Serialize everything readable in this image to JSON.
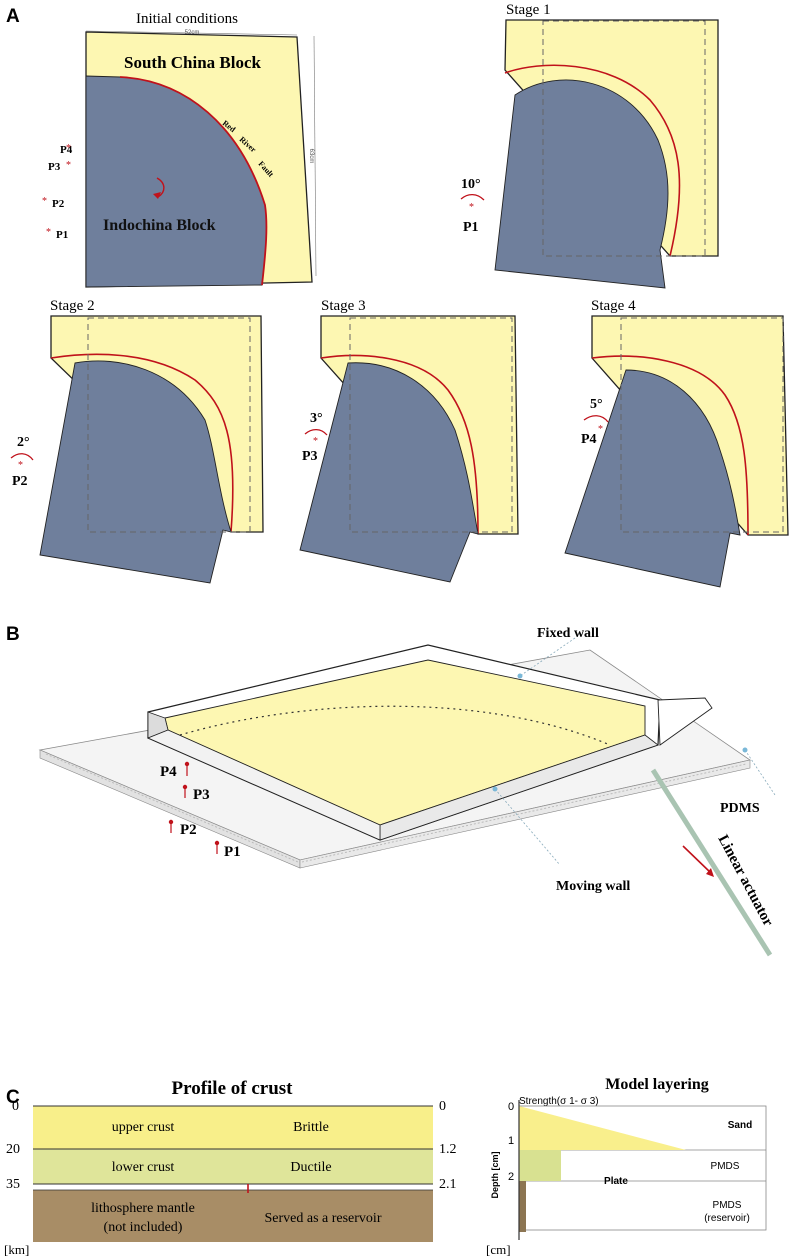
{
  "panel_a": {
    "letter": "A",
    "initial": {
      "title": "Initial conditions",
      "south_china": "South China Block",
      "indochina": "Indochina Block",
      "fault": [
        "Red",
        "River",
        "Fault"
      ],
      "width_dim": "52cm",
      "height_dim": "63cm",
      "points": [
        "P4",
        "P3",
        "P2",
        "P1"
      ]
    },
    "stages": [
      {
        "title": "Stage 1",
        "angle": "10°",
        "point": "P1"
      },
      {
        "title": "Stage 2",
        "angle": "2°",
        "point": "P2"
      },
      {
        "title": "Stage 3",
        "angle": "3°",
        "point": "P3"
      },
      {
        "title": "Stage 4",
        "angle": "5°",
        "point": "P4"
      }
    ]
  },
  "panel_b": {
    "letter": "B",
    "fixed_wall": "Fixed wall",
    "moving_wall": "Moving wall",
    "pdms": "PDMS",
    "actuator": "Linear actuator",
    "points": [
      "P4",
      "P3",
      "P2",
      "P1"
    ]
  },
  "panel_c": {
    "letter": "C",
    "profile": {
      "title": "Profile of crust",
      "left_ticks": [
        "0",
        "20",
        "35"
      ],
      "right_ticks": [
        "0",
        "1.2",
        "2.1"
      ],
      "unit": "[km]",
      "layers": [
        {
          "name": "upper crust",
          "behavior": "Brittle",
          "color": "#f8ef8a"
        },
        {
          "name": "lower crust",
          "behavior": "Ductile",
          "color": "#dfe59a"
        },
        {
          "name": "lithosphere mantle",
          "name2": "(not included)",
          "behavior": "Served as a reservoir",
          "color": "#a88d66"
        }
      ]
    },
    "layering": {
      "title": "Model layering",
      "strength": "Strength(σ 1- σ 3)",
      "depth_label": "Depth [cm]",
      "ticks": [
        "0",
        "1",
        "2"
      ],
      "unit": "[cm]",
      "sand": "Sand",
      "pmds": "PMDS",
      "plate": "Plate",
      "pmds_reservoir": "PMDS",
      "reservoir_note": "(reservoir)"
    }
  },
  "colors": {
    "yellow": "#fdf7b2",
    "blue": "#6f7f9c",
    "fault": "#c0121b",
    "yellow_strong": "#f9ef8c",
    "green": "#dce494",
    "brown": "#a88e67"
  }
}
